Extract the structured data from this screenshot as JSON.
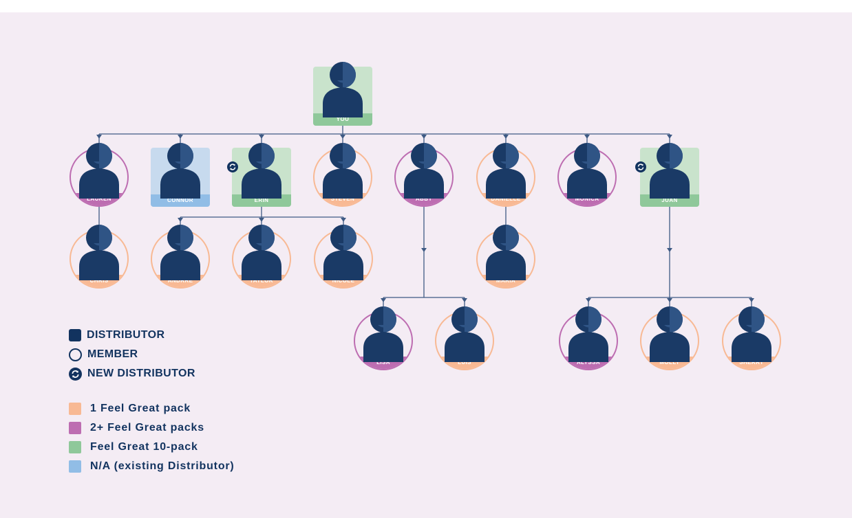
{
  "colors": {
    "navy": "#1a3a66",
    "navy_light": "#2f5485",
    "orange": "#f8b994",
    "purple": "#bd6db1",
    "green": "#8fc89a",
    "green_bg": "#c9e3cc",
    "blue": "#91bde6",
    "blue_bg": "#c7daee",
    "background": "#f4ecf4"
  },
  "nodes": [
    {
      "id": "you",
      "name": "YOU",
      "shape": "square",
      "color": "green"
    },
    {
      "id": "lauren",
      "name": "LAUREN",
      "shape": "circle",
      "color": "purple"
    },
    {
      "id": "connor",
      "name": "CONNOR",
      "shape": "square",
      "color": "blue"
    },
    {
      "id": "erin",
      "name": "ERIN",
      "shape": "square",
      "color": "green",
      "new_distributor": true
    },
    {
      "id": "steven",
      "name": "STEVEN",
      "shape": "circle",
      "color": "orange"
    },
    {
      "id": "abby",
      "name": "ABBY",
      "shape": "circle",
      "color": "purple"
    },
    {
      "id": "danielle",
      "name": "DANIELLE",
      "shape": "circle",
      "color": "orange"
    },
    {
      "id": "monica",
      "name": "MONICA",
      "shape": "circle",
      "color": "purple"
    },
    {
      "id": "juan",
      "name": "JUAN",
      "shape": "square",
      "color": "green",
      "new_distributor": true
    },
    {
      "id": "chris",
      "name": "CHRIS",
      "shape": "circle",
      "color": "orange"
    },
    {
      "id": "andrre",
      "name": "ANDRRE",
      "shape": "circle",
      "color": "orange"
    },
    {
      "id": "taylor",
      "name": "TAYLOR",
      "shape": "circle",
      "color": "orange"
    },
    {
      "id": "nicole",
      "name": "NICOLE",
      "shape": "circle",
      "color": "orange"
    },
    {
      "id": "maria",
      "name": "MARIA",
      "shape": "circle",
      "color": "orange"
    },
    {
      "id": "lisa",
      "name": "LISA",
      "shape": "circle",
      "color": "purple"
    },
    {
      "id": "luis",
      "name": "LUIS",
      "shape": "circle",
      "color": "orange"
    },
    {
      "id": "alyssa",
      "name": "ALYSSA",
      "shape": "circle",
      "color": "purple"
    },
    {
      "id": "molly",
      "name": "MOLLY",
      "shape": "circle",
      "color": "orange"
    },
    {
      "id": "sherry",
      "name": "SHERRY",
      "shape": "circle",
      "color": "orange"
    }
  ],
  "edges": [
    [
      "you",
      "lauren"
    ],
    [
      "you",
      "connor"
    ],
    [
      "you",
      "erin"
    ],
    [
      "you",
      "steven"
    ],
    [
      "you",
      "abby"
    ],
    [
      "you",
      "danielle"
    ],
    [
      "you",
      "monica"
    ],
    [
      "you",
      "juan"
    ],
    [
      "lauren",
      "chris"
    ],
    [
      "erin",
      "andrre"
    ],
    [
      "erin",
      "taylor"
    ],
    [
      "erin",
      "nicole"
    ],
    [
      "danielle",
      "maria"
    ],
    [
      "abby",
      "lisa"
    ],
    [
      "abby",
      "luis"
    ],
    [
      "juan",
      "alyssa"
    ],
    [
      "juan",
      "molly"
    ],
    [
      "juan",
      "sherry"
    ]
  ],
  "legend": {
    "types": [
      {
        "icon": "distributor-square-icon",
        "label": "DISTRIBUTOR"
      },
      {
        "icon": "member-circle-icon",
        "label": "MEMBER"
      },
      {
        "icon": "new-distributor-icon",
        "label": "NEW DISTRIBUTOR"
      }
    ],
    "packs": [
      {
        "color": "orange",
        "label": "1 Feel Great pack"
      },
      {
        "color": "purple",
        "label": "2+ Feel Great packs"
      },
      {
        "color": "green",
        "label": "Feel Great 10-pack"
      },
      {
        "color": "blue",
        "label": "N/A (existing Distributor)"
      }
    ]
  }
}
